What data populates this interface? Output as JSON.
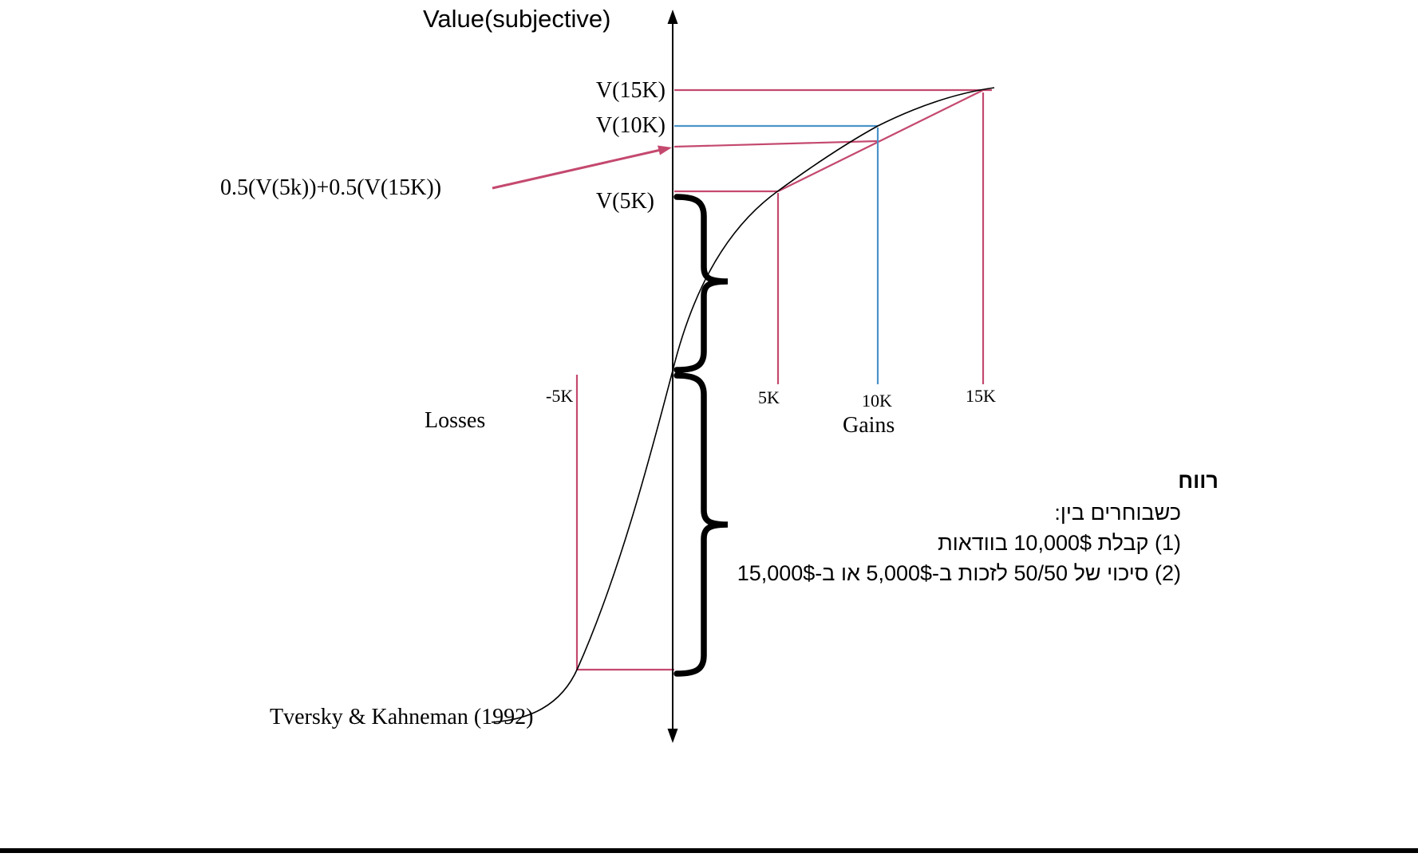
{
  "colors": {
    "pink": "#c4496f",
    "blue": "#4b93c8",
    "ink": "#000000"
  },
  "axis": {
    "title": "Value(subjective)",
    "losses": "Losses",
    "gains": "Gains"
  },
  "value_labels": {
    "v15k": "V(15K)",
    "v10k": "V(10K)",
    "v5k": "V(5K)",
    "expected": "0.5(V(5k))+0.5(V(15K))"
  },
  "tick_labels": {
    "neg5k": "-5K",
    "pos5k": "5K",
    "pos10k": "10K",
    "pos15k": "15K"
  },
  "credit": "Tversky & Kahneman (1992)",
  "note": {
    "heading": "רווח",
    "line1": "כשבוחרים בין:",
    "line2": "(1) קבלת 10,000$ בוודאות",
    "line3": "(2) סיכוי של 50/50 לזכות ב-5,000$ או ב-15,000$"
  }
}
